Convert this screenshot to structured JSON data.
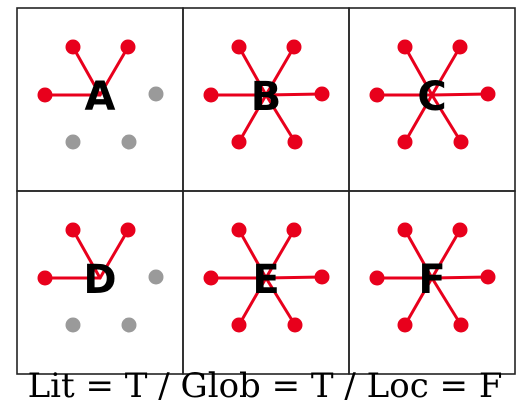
{
  "colors": {
    "active": "#e8001c",
    "inactive": "#9a9a9a",
    "edge": "#e8001c",
    "border": "#222222"
  },
  "grid": {
    "rows": 2,
    "cols": 3
  },
  "cells": [
    {
      "label": "A",
      "active_nodes": [
        "upper-left",
        "upper-right",
        "left"
      ],
      "inactive_nodes": [
        "right",
        "lower-left",
        "lower-right"
      ]
    },
    {
      "label": "B",
      "active_nodes": [
        "upper-left",
        "upper-right",
        "left",
        "right",
        "lower-left",
        "lower-right"
      ],
      "inactive_nodes": []
    },
    {
      "label": "C",
      "active_nodes": [
        "upper-left",
        "upper-right",
        "left",
        "right",
        "lower-left",
        "lower-right"
      ],
      "inactive_nodes": []
    },
    {
      "label": "D",
      "active_nodes": [
        "upper-left",
        "upper-right",
        "left"
      ],
      "inactive_nodes": [
        "right",
        "lower-left",
        "lower-right"
      ]
    },
    {
      "label": "E",
      "active_nodes": [
        "upper-left",
        "upper-right",
        "left",
        "right",
        "lower-left",
        "lower-right"
      ],
      "inactive_nodes": []
    },
    {
      "label": "F",
      "active_nodes": [
        "upper-left",
        "upper-right",
        "left",
        "right",
        "lower-left",
        "lower-right"
      ],
      "inactive_nodes": []
    }
  ],
  "caption": "Lit = T / Glob = T / Loc = F"
}
